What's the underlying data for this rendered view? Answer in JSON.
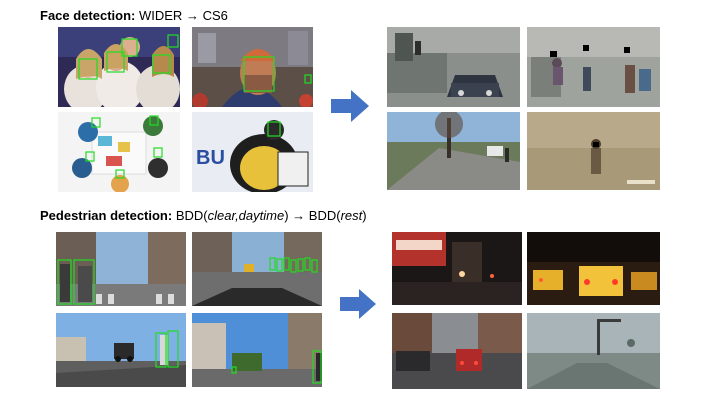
{
  "face_section": {
    "bold": "Face detection:",
    "source": "WIDER",
    "arrow": "→",
    "target": "CS6"
  },
  "pedestrian_section": {
    "bold": "Pedestrian detection:",
    "source_prefix": "BDD(",
    "source_italic": "clear,daytime",
    "source_suffix": ")",
    "arrow": "→",
    "target_prefix": "BDD(",
    "target_italic": "rest",
    "target_suffix": ")"
  },
  "colors": {
    "arrow": "#4472c4",
    "box": "#22dd22"
  },
  "icons": {
    "domain_arrow": "right-arrow-icon"
  }
}
